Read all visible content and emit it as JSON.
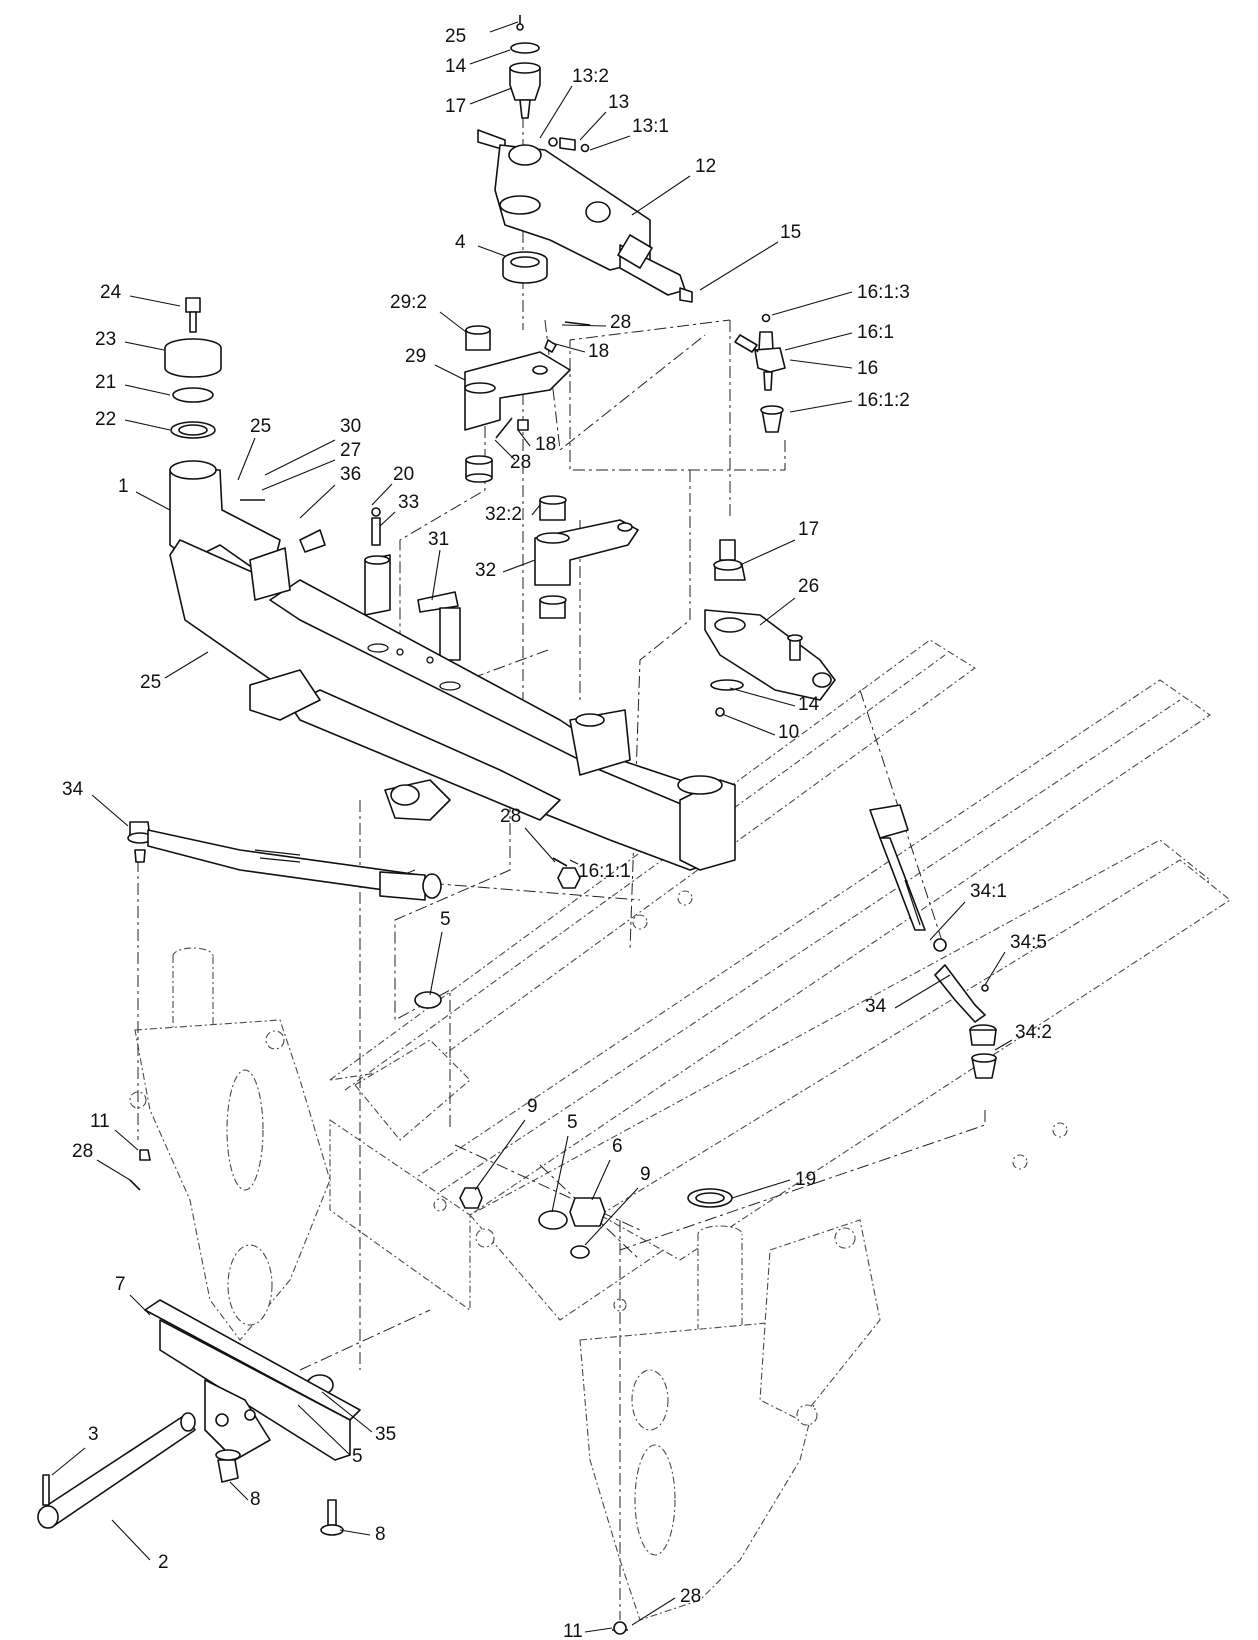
{
  "callouts": [
    {
      "text": "25"
    },
    {
      "text": "14"
    },
    {
      "text": "17"
    },
    {
      "text": "13:2"
    },
    {
      "text": "13"
    },
    {
      "text": "13:1"
    },
    {
      "text": "12"
    },
    {
      "text": "15"
    },
    {
      "text": "4"
    },
    {
      "text": "16:1:3"
    },
    {
      "text": "16:1"
    },
    {
      "text": "16"
    },
    {
      "text": "16:1:2"
    },
    {
      "text": "24"
    },
    {
      "text": "23"
    },
    {
      "text": "21"
    },
    {
      "text": "22"
    },
    {
      "text": "29:2"
    },
    {
      "text": "29"
    },
    {
      "text": "28"
    },
    {
      "text": "18"
    },
    {
      "text": "18"
    },
    {
      "text": "28"
    },
    {
      "text": "25"
    },
    {
      "text": "30"
    },
    {
      "text": "27"
    },
    {
      "text": "36"
    },
    {
      "text": "1"
    },
    {
      "text": "20"
    },
    {
      "text": "33"
    },
    {
      "text": "32:2"
    },
    {
      "text": "31"
    },
    {
      "text": "32"
    },
    {
      "text": "17"
    },
    {
      "text": "26"
    },
    {
      "text": "14"
    },
    {
      "text": "10"
    },
    {
      "text": "25"
    },
    {
      "text": "34"
    },
    {
      "text": "28"
    },
    {
      "text": "16:1:1"
    },
    {
      "text": "34:1"
    },
    {
      "text": "34:5"
    },
    {
      "text": "34"
    },
    {
      "text": "34:2"
    },
    {
      "text": "5"
    },
    {
      "text": "11"
    },
    {
      "text": "28"
    },
    {
      "text": "9"
    },
    {
      "text": "5"
    },
    {
      "text": "6"
    },
    {
      "text": "9"
    },
    {
      "text": "19"
    },
    {
      "text": "7"
    },
    {
      "text": "3"
    },
    {
      "text": "35"
    },
    {
      "text": "5"
    },
    {
      "text": "8"
    },
    {
      "text": "8"
    },
    {
      "text": "2"
    },
    {
      "text": "11"
    },
    {
      "text": "28"
    }
  ]
}
